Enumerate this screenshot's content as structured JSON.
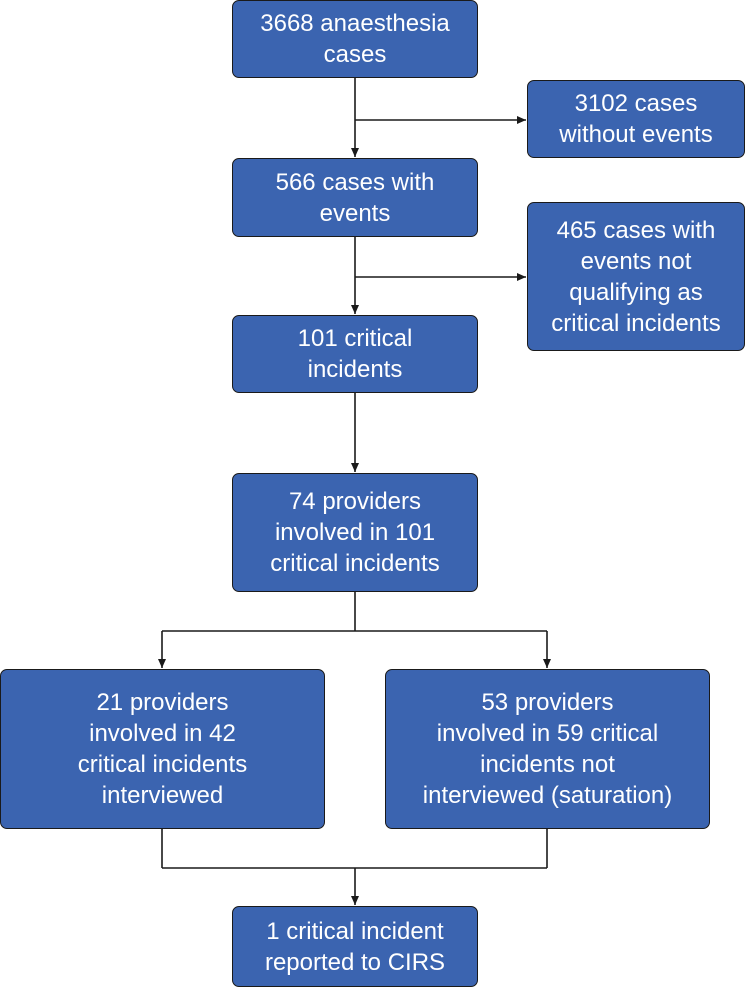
{
  "colors": {
    "box_fill": "#3b64b0",
    "box_border": "#1a1a1a",
    "connector": "#1a1a1a",
    "text": "#ffffff"
  },
  "boxes": {
    "total_cases": {
      "lines": [
        "3668 anaesthesia",
        "cases"
      ]
    },
    "without_events": {
      "lines": [
        "3102 cases",
        "without events"
      ]
    },
    "with_events": {
      "lines": [
        "566 cases with",
        "events"
      ]
    },
    "not_qualifying": {
      "lines": [
        "465 cases with",
        "events not",
        "qualifying as",
        "critical incidents"
      ]
    },
    "critical_incidents": {
      "lines": [
        "101 critical",
        "incidents"
      ]
    },
    "providers_involved": {
      "lines": [
        "74 providers",
        "involved in 101",
        "critical incidents"
      ]
    },
    "interviewed": {
      "lines": [
        "21 providers",
        "involved in 42",
        "critical incidents",
        "interviewed"
      ]
    },
    "not_interviewed": {
      "lines": [
        "53 providers",
        "involved in 59 critical",
        "incidents not",
        "interviewed (saturation)"
      ]
    },
    "reported_cirs": {
      "lines": [
        "1 critical incident",
        "reported to CIRS"
      ]
    }
  }
}
